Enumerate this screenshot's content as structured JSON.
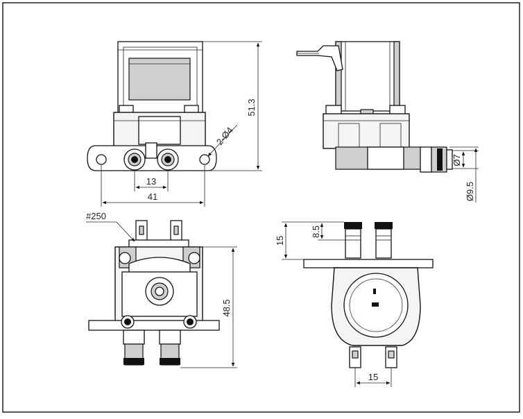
{
  "drawing": {
    "front_view": {
      "dim_height": "51.3",
      "dim_hole": "2-Ø4",
      "dim_inlet_pitch": "13",
      "dim_flange_width": "41"
    },
    "side_view": {
      "dim_outlet_small": "Ø7",
      "dim_outlet_large": "Ø9.5"
    },
    "bottom_view": {
      "terminal_label": "#250",
      "dim_height": "48.5"
    },
    "top_view": {
      "dim_total": "15",
      "dim_nozzle": "8.5",
      "dim_terminal_pitch": "15"
    }
  }
}
